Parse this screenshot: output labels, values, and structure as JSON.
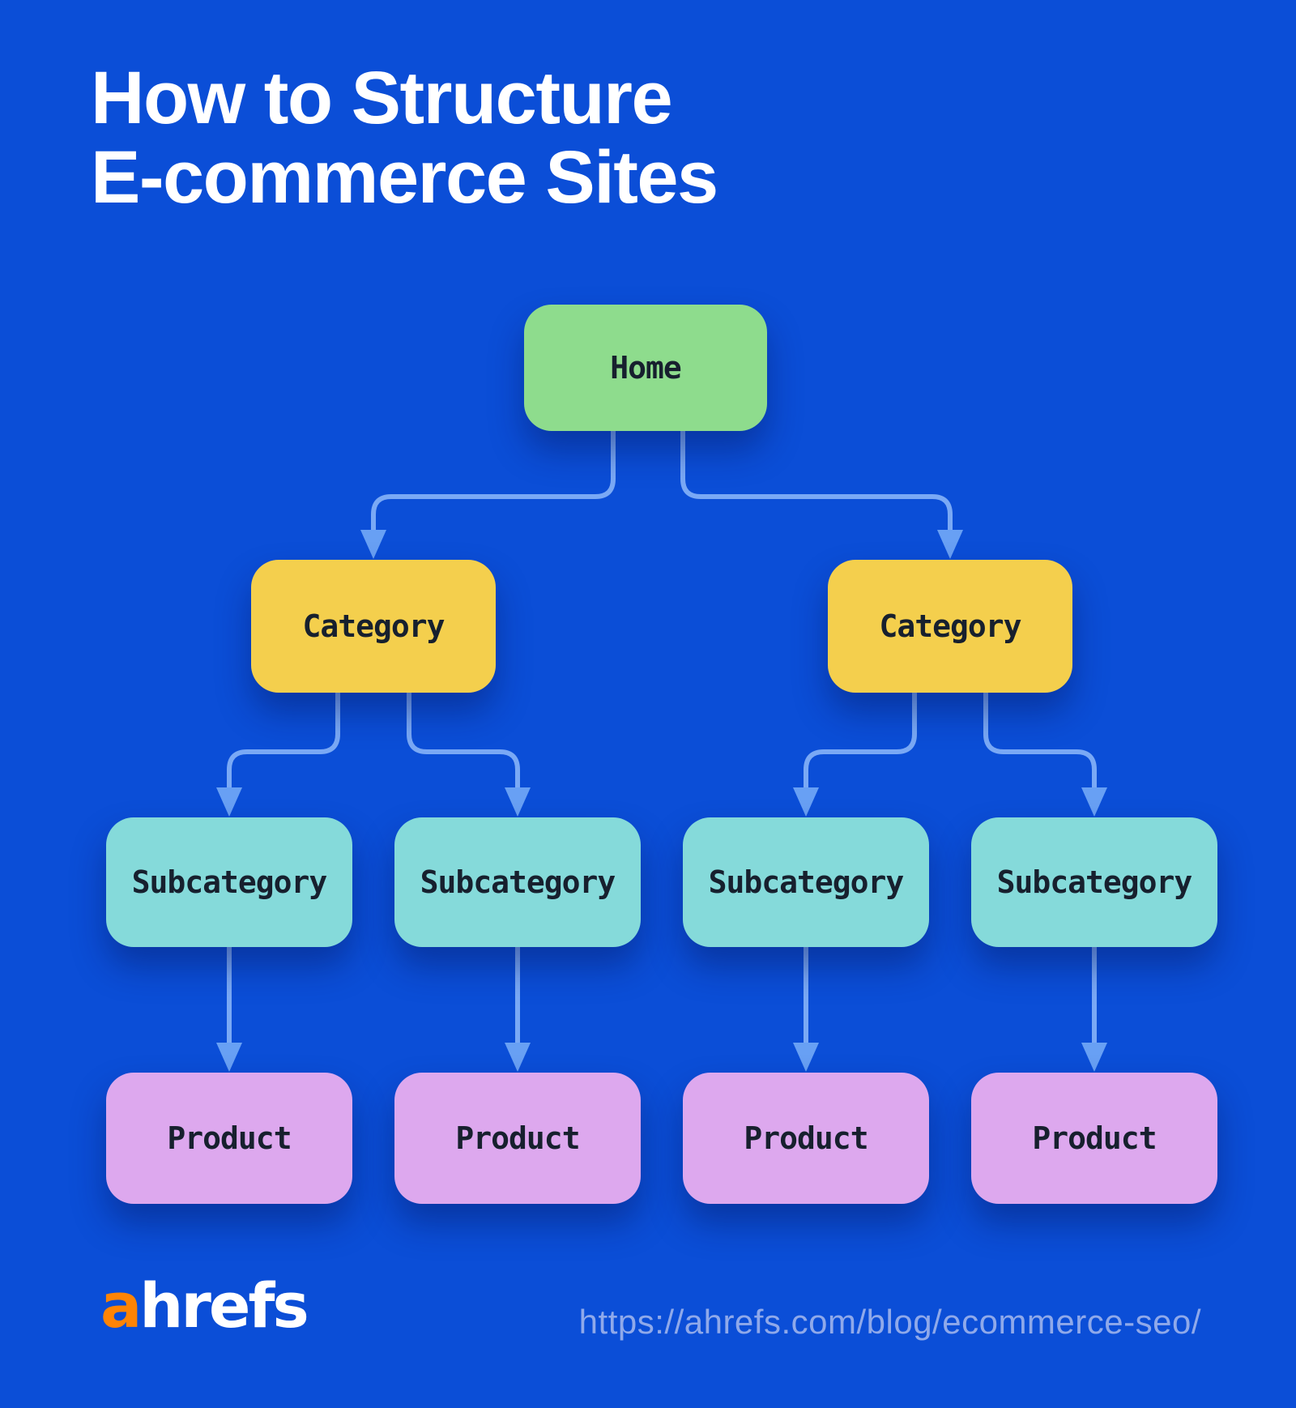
{
  "title": {
    "line1": "How to Structure",
    "line2": "E-commerce Sites"
  },
  "diagram": {
    "home": {
      "label": "Home"
    },
    "categories": [
      {
        "label": "Category"
      },
      {
        "label": "Category"
      }
    ],
    "subcategories": [
      {
        "label": "Subcategory"
      },
      {
        "label": "Subcategory"
      },
      {
        "label": "Subcategory"
      },
      {
        "label": "Subcategory"
      }
    ],
    "products": [
      {
        "label": "Product"
      },
      {
        "label": "Product"
      },
      {
        "label": "Product"
      },
      {
        "label": "Product"
      }
    ]
  },
  "footer": {
    "logo_a": "a",
    "logo_rest": "hrefs",
    "url": "https://ahrefs.com/blog/ecommerce-seo/"
  },
  "colors": {
    "background": "#0b4ed7",
    "home_fill": "#8edc8d",
    "category_fill": "#f4cf4d",
    "subcategory_fill": "#85dada",
    "product_fill": "#dda8ee",
    "connector": "#7aa9f5",
    "arrow": "#68a0f4",
    "node_text": "#17202e",
    "title_text": "#ffffff",
    "url_text": "#8fa9ea",
    "logo_orange": "#ff8405",
    "logo_white": "#ffffff"
  }
}
